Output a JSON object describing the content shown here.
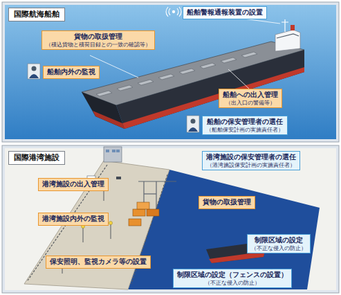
{
  "diagram": {
    "nodes": [
      {
        "text": [
          "国際航海船舶"
        ]
      },
      {
        "text": [
          "船舶警報通報装置の設置"
        ]
      },
      {
        "text": [
          "貨物の取扱管理",
          "（積込貨物と積荷目録との一致の確認等）"
        ]
      },
      {
        "text": [
          "船舶内外の監視"
        ]
      },
      {
        "text": [
          "船舶への出入管理",
          "（出入口の警備等）"
        ]
      },
      {
        "text": [
          "船舶の保安管理者の選任",
          "（船舶保安計画の実施責任者）"
        ]
      },
      {
        "text": [
          "国際港湾施設"
        ]
      },
      {
        "text": [
          "港湾施設の保安管理者の選任",
          "（港湾施設保安計画の実施責任者）"
        ]
      },
      {
        "text": [
          "港湾施設の出入管理"
        ]
      },
      {
        "text": [
          "貨物の取扱管理"
        ]
      },
      {
        "text": [
          "港湾施設内外の監視"
        ]
      },
      {
        "text": [
          "制限区域の設定",
          "（不正な侵入の防止）"
        ]
      },
      {
        "text": [
          "保安照明、監視カメラ等の設置"
        ]
      },
      {
        "text": [
          "制限区域の設定（フェンスの設置）",
          "（不正な侵入の防止）"
        ]
      }
    ]
  }
}
